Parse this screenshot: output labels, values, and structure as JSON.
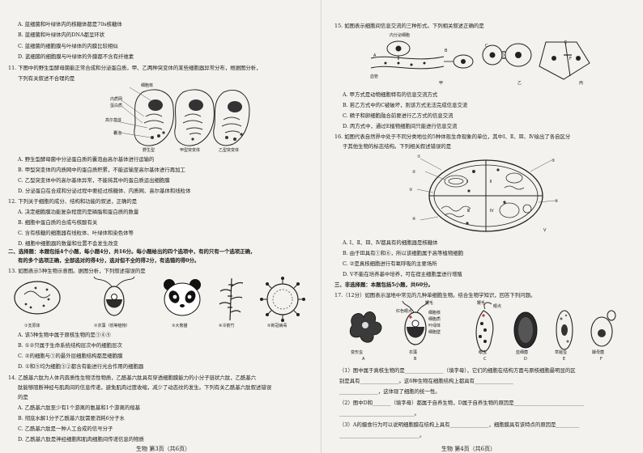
{
  "left": {
    "q10_opts": [
      "A. 蓝细菌和叶绿体内的核糖体都是70s核糖体",
      "B. 蓝细菌和叶绿体内的DNA都呈环状",
      "C. 蓝细菌的细胞膜与叶绿体的内膜比较相似",
      "D. 蓝细菌的细胞膜与叶绿体的外膜都不含有纤维素"
    ],
    "q11_stem1": "11. 下图中的野生型酵母菌能正常合成和分泌蛋白质，甲、乙两种突变体的某些细胞器异常分布，根据图分析，",
    "q11_stem2": "下列有关叙述不合理的是",
    "q11_fig": {
      "labels": [
        "细胞核",
        "内质网",
        "蛋白质",
        "高尔基体",
        "囊泡"
      ],
      "captions": [
        "野生型",
        "甲型突变体",
        "乙型突变体"
      ]
    },
    "q11_opts": [
      "A. 野生型酵母菌中分泌蛋白质的囊泡由高尔基体进行运输的",
      "B. 甲型突变体的内质网中的蛋白质积累，不能运输至高尔基体进行再加工",
      "C. 乙型突变体中的高尔基体异常，不能将其中的蛋白质运出细胞膜",
      "D. 分泌蛋白在合成和分泌过程中要经过核糖体、内质网、高尔基体和线粒体"
    ],
    "q12_stem": "12. 下列关于细胞的成分、结构和功能的叙述，正确的是",
    "q12_opts": [
      "A. 决定细胞膜功能复杂程度的是磷脂和蛋白质的数量",
      "B. 细胞中蛋白质的合成与核酸有关",
      "C. 含有核糖的细胞器有线粒体、叶绿体和染色体等",
      "D. 细胞中细胞器的数量和位置不会发生改变"
    ],
    "sec2_1": "二、选择题：本题包括4个小题，每小题4分，共16分。每小题给出的四个选项中，有的只有一个选项正确，",
    "sec2_2": "有的多个选项正确，全部选对的得4分，选对但不全的得2分，有选错的得0分。",
    "q13_stem": "13. 如图表示5种生物示意图。据图分析，下列叙述错误的是",
    "q13_captions": [
      "①支原体",
      "②衣藻（低等植物）",
      "③大熊猫",
      "④冷箭竹",
      "⑤新冠病毒"
    ],
    "q13_opts": [
      "A. 该5种生物中属于原核生物的是①④⑤",
      "B. ①②只属于生命系统结构层次中的细胞层次",
      "C. ②的细胞与①的最外层细胞结构都是细胞膜",
      "D. ①和⑤均为细胞③②都含有能进行光合作用的细胞器"
    ],
    "q14_stem1": "14. 乙酰基六肽为人体内奔质性生物活性物质，乙酰基六肽具有穿透细胞膜能力的小分子链状六肽，乙酰基六",
    "q14_stem2": "肽能够阻断神经与肌肉间的信息传递，避免肌肉过度收缩，减少了动态纹的发生。下列有关乙酰基六肽叙述错误",
    "q14_stem3": "的是",
    "q14_opts": [
      "A. 乙酰基六肽至少有1个游离的氨基和1个游离的羧基",
      "B. 彻底水解1分子乙酰基六肽需要消耗6分子水",
      "C. 乙酰基六肽是一种人工合成的信号分子",
      "D. 乙酰基六肽是神经细胞和肌肉细胞间传递信息的物质"
    ],
    "footer": "生物  第3页（共6页）"
  },
  "right": {
    "q15_stem": "15. 如图表示细胞间信息交流的三种形式。下列相关叙述正确的是",
    "q15_fig": {
      "labels": [
        "内分泌细胞",
        "A",
        "B",
        "C",
        "D",
        "E",
        "F",
        "血管"
      ],
      "captions": [
        "甲",
        "乙",
        "丙"
      ]
    },
    "q15_opts": [
      "A. 甲方式是动物细胞特有的信息交流方式",
      "B. 若乙方式中的C被破坏，则该方式无法完成信息交流",
      "C. 精子和卵细胞融合前要进行乙方式的信息交流",
      "D. 丙方式中，通过E植物细胞间只能进行信息交流"
    ],
    "q16_stem1": "16. 如图代表自然界中处于不同分类地位的5种体现生命现象的单位，其中Ⅰ、Ⅱ、Ⅲ、Ⅳ绘出了各自区分",
    "q16_stem2": "于其他生物的标志结构。下列相关叙述错误的是",
    "q16_fig": {
      "labels": [
        "Ⅰ",
        "Ⅱ",
        "Ⅲ",
        "Ⅳ",
        "Ⅴ",
        "①",
        "②",
        "③",
        "④",
        "⑤",
        "⑥"
      ]
    },
    "q16_opts": [
      "A. Ⅰ、Ⅱ、Ⅲ、Ⅳ都具有的细胞器是核糖体",
      "B. 由于Ⅲ具有①和⑥，所以该细胞属于高等植物细胞",
      "C. ②是真核细胞进行有氧呼吸的主要场所",
      "D. Ⅴ不能在培养基中培养，可在宿主细胞里进行增殖"
    ],
    "sec3": "三、非选择题：本题包括5小题，共60分。",
    "q17_stem": "17.（12分）如图表示湿地中常见的几种单细胞生物。结合生物学知识，回答下列问题。",
    "q17_fig": {
      "labels": [
        "鞭毛",
        "红色眼点",
        "细胞核",
        "细胞质",
        "叶绿体",
        "细胞壁",
        "眼点",
        "鞭毛"
      ],
      "captions": [
        "变形虫",
        "衣藻",
        "眼虫",
        "蓝细菌",
        "草履虫",
        "酵母菌"
      ],
      "letters": [
        "A",
        "B",
        "C",
        "D",
        "E",
        "F"
      ]
    },
    "q17_1a": "（1）图中属于真核生物的是_______________（填字母），它们的细胞在结构方面与原核细胞最明显的区",
    "q17_1b": "别是具有_______________。这6种生物在细胞结构上都具有_______________",
    "q17_1c": "_______________，这体现了细胞的统一性。",
    "q17_2": "（2）图中D和_______（填字母）都属于自养生物，D属于自养生物的原因是___________________________",
    "q17_2b": "_____________________________。",
    "q17_3": "（3）A的摄食行为可以说明细胞膜在结构上具有_______________，细胞膜具有该特点的原因是_________",
    "q17_3b": "_______________________________。",
    "footer": "生物  第4页（共6页）"
  }
}
